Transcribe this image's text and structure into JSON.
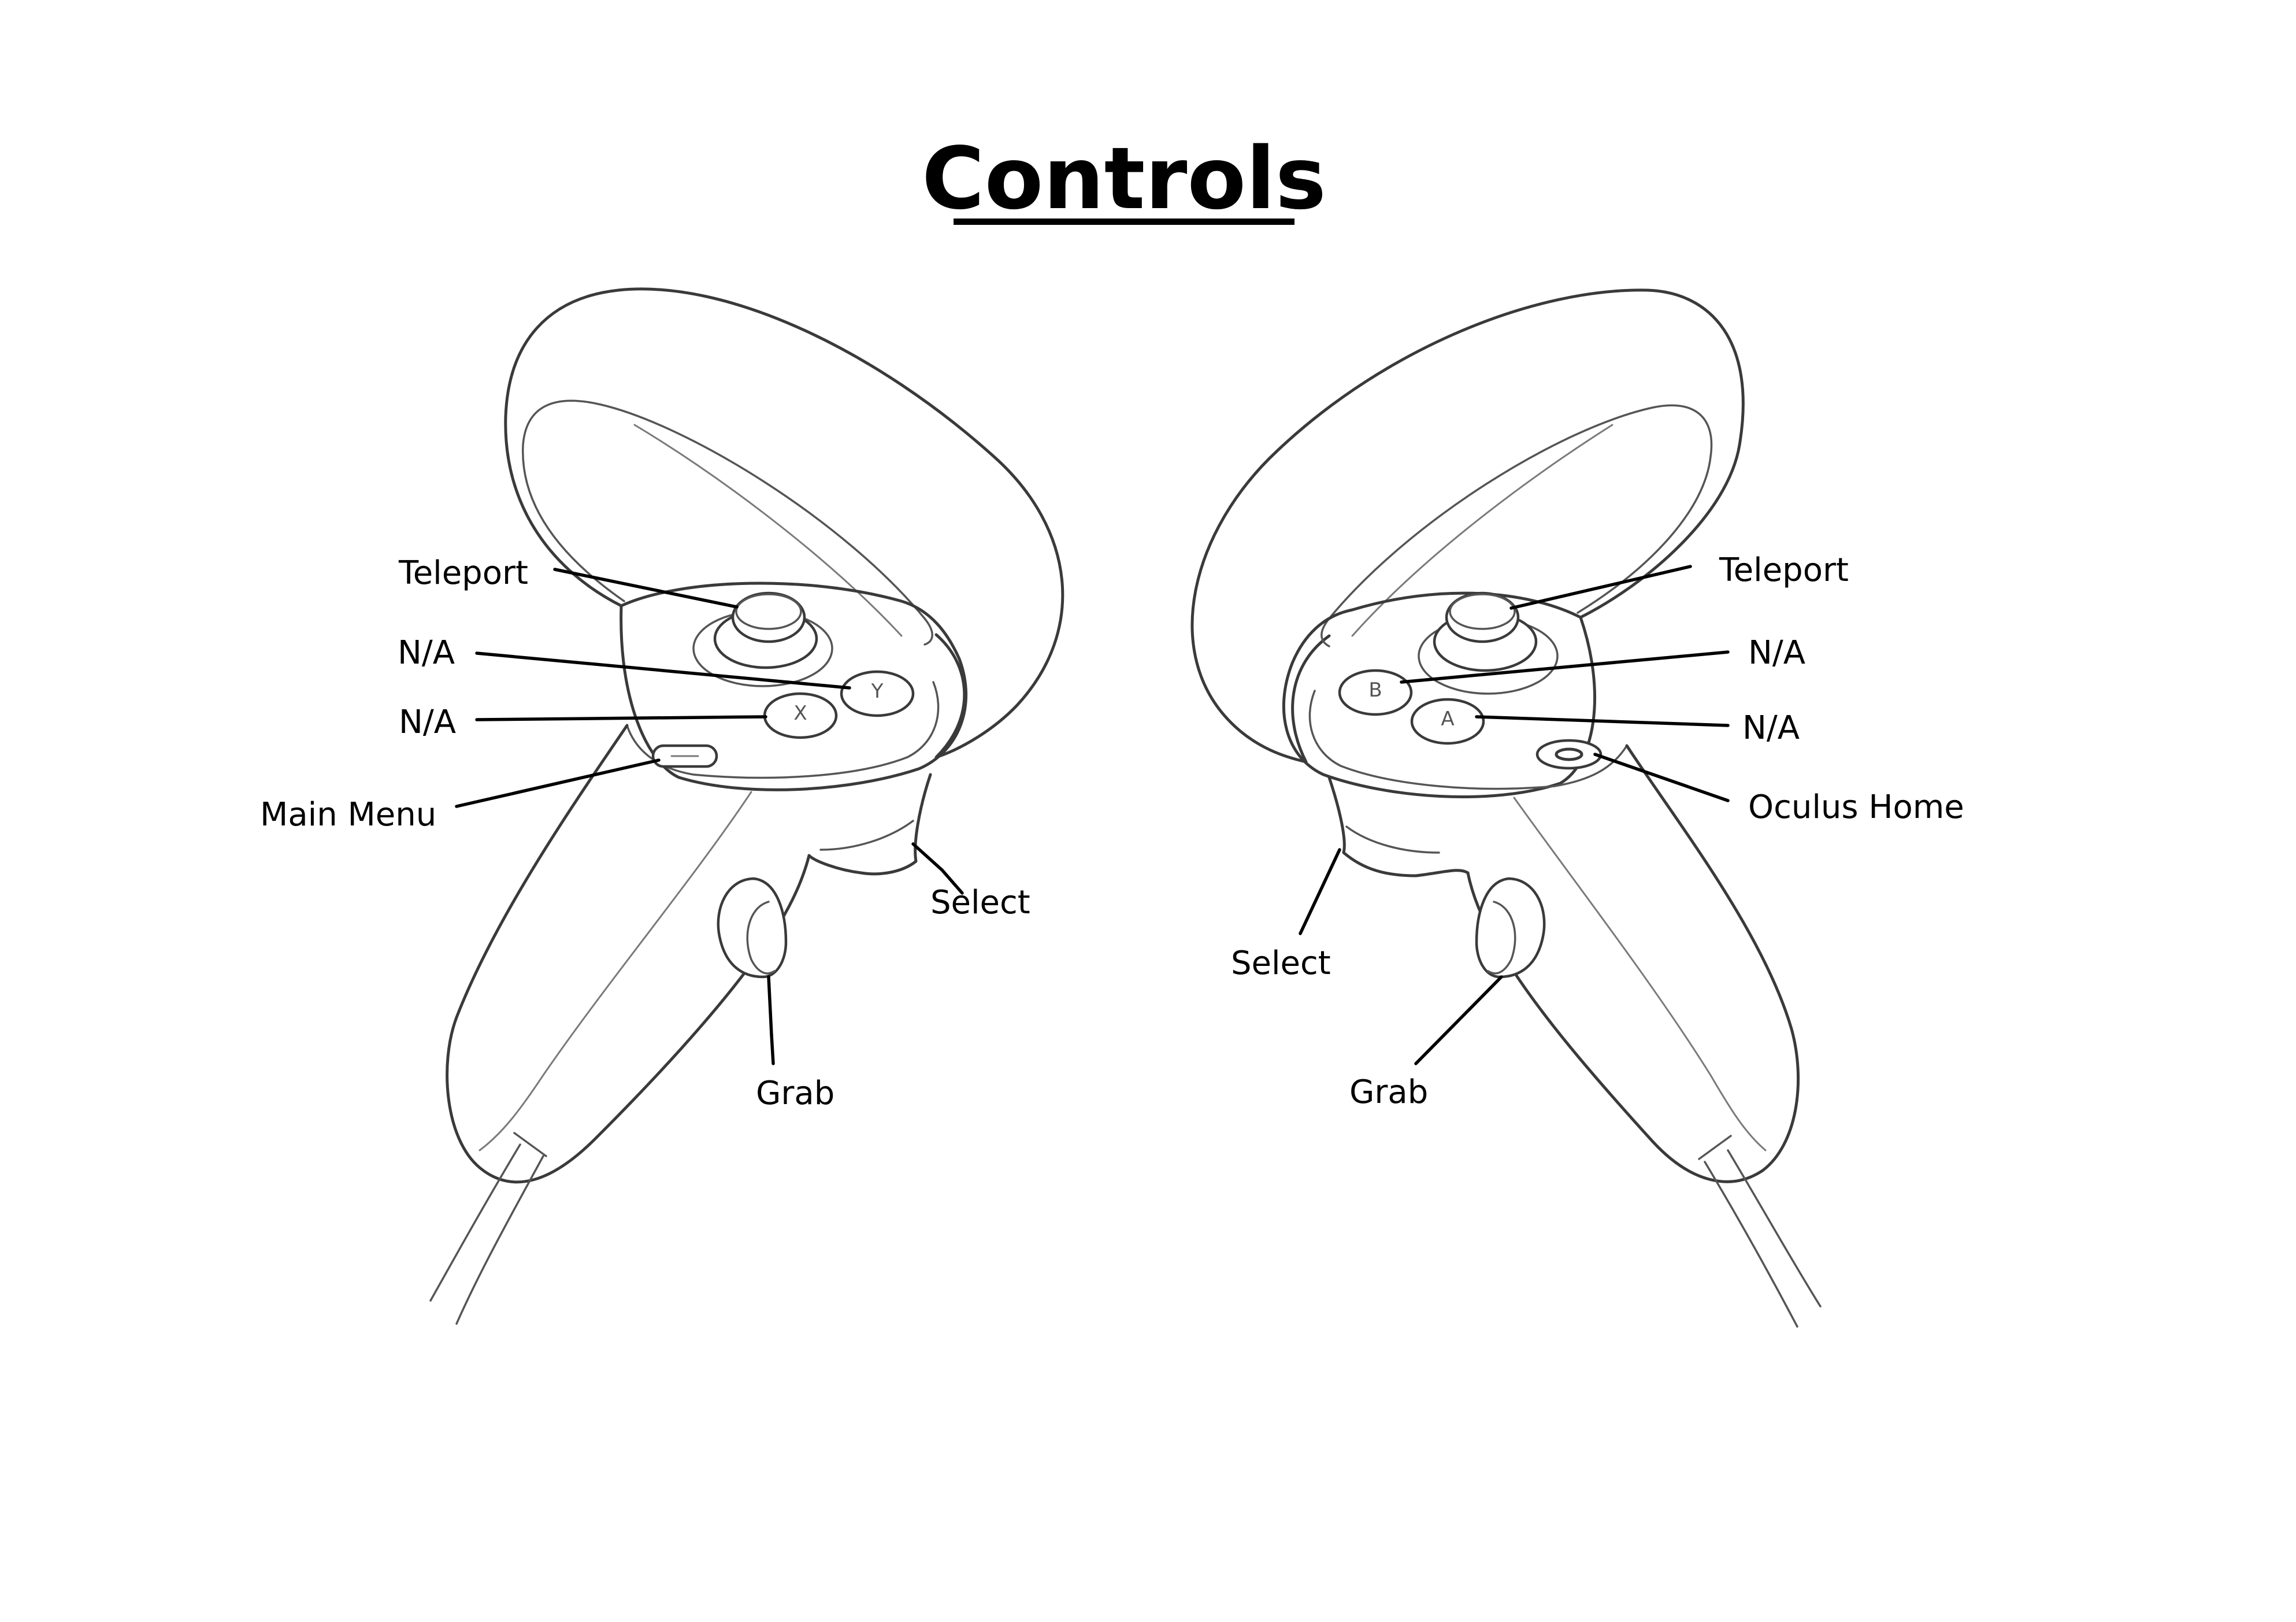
{
  "title": "Controls",
  "left_controller": {
    "labels": {
      "teleport": "Teleport",
      "y_button": "N/A",
      "x_button": "N/A",
      "menu": "Main Menu",
      "trigger": "Select",
      "grip": "Grab"
    },
    "button_glyphs": {
      "y": "Y",
      "x": "X"
    }
  },
  "right_controller": {
    "labels": {
      "teleport": "Teleport",
      "b_button": "N/A",
      "a_button": "N/A",
      "oculus": "Oculus Home",
      "trigger": "Select",
      "grip": "Grab"
    },
    "button_glyphs": {
      "b": "B",
      "a": "A"
    }
  }
}
